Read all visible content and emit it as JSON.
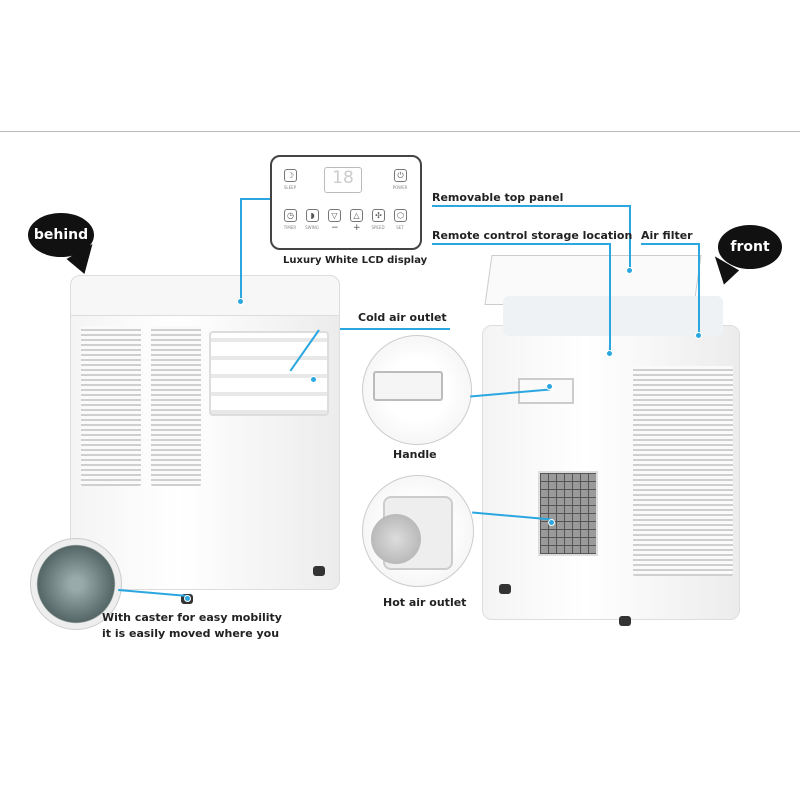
{
  "callouts": {
    "lcd_display": "Luxury White LCD display",
    "removable_top_panel": "Removable top panel",
    "remote_storage": "Remote control storage location",
    "air_filter": "Air filter",
    "cold_air_outlet": "Cold air outlet",
    "handle": "Handle",
    "hot_air_outlet": "Hot air outlet",
    "caster_line1": "With caster for easy mobility",
    "caster_line2": "it is easily moved where you"
  },
  "bubbles": {
    "behind": "behind",
    "front": "front"
  },
  "lcd": {
    "readout": "18",
    "buttons": [
      {
        "icon": "sleep-icon",
        "glyph": "☽",
        "label": "SLEEP"
      },
      {
        "icon": "power-icon",
        "glyph": "⏻",
        "label": "POWER"
      },
      {
        "icon": "timer-icon",
        "glyph": "◷",
        "label": "TIMER"
      },
      {
        "icon": "swing-icon",
        "glyph": "◗",
        "label": "SWING"
      },
      {
        "icon": "down-icon",
        "glyph": "▽",
        "label": "−"
      },
      {
        "icon": "up-icon",
        "glyph": "△",
        "label": "+"
      },
      {
        "icon": "fan-icon",
        "glyph": "✣",
        "label": "SPEED"
      },
      {
        "icon": "set-icon",
        "glyph": "⬡",
        "label": "SET"
      }
    ]
  },
  "accent": "#2aa7e0"
}
